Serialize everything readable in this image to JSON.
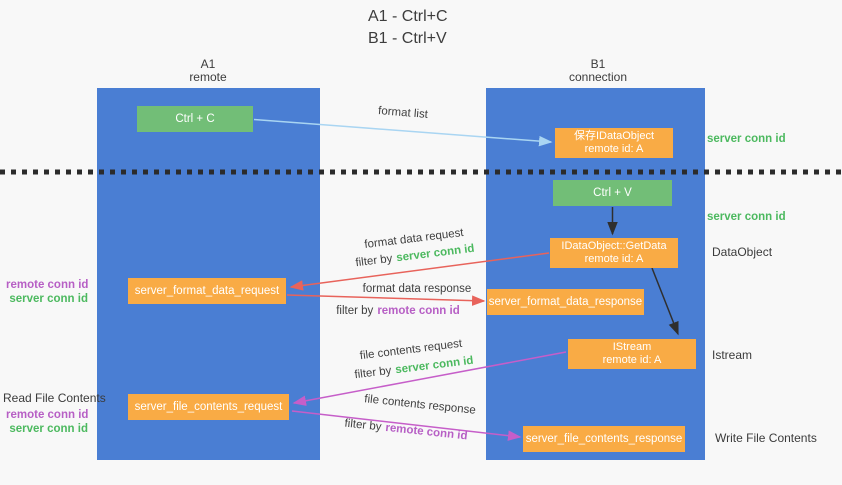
{
  "title": {
    "line1": "A1 - Ctrl+C",
    "line2": "B1 - Ctrl+V"
  },
  "lanes": {
    "left": {
      "name": "A1",
      "role": "remote"
    },
    "right": {
      "name": "B1",
      "role": "connection"
    }
  },
  "nodes": {
    "ctrl_c": {
      "label": "Ctrl + C"
    },
    "save_idataobject": {
      "line1": "保存IDataObject",
      "line2": "remote id: A"
    },
    "ctrl_v": {
      "label": "Ctrl + V"
    },
    "getdata": {
      "line1": "IDataObject::GetData",
      "line2": "remote id: A"
    },
    "format_request": {
      "label": "server_format_data_request"
    },
    "format_response": {
      "label": "server_format_data_response"
    },
    "istream": {
      "line1": "IStream",
      "line2": "remote id: A"
    },
    "file_request": {
      "label": "server_file_contents_request"
    },
    "file_response": {
      "label": "server_file_contents_response"
    }
  },
  "arrow_labels": {
    "format_list": "format list",
    "format_data_request": "format data request",
    "format_data_request_filter": {
      "prefix": "filter by",
      "key": "server conn id"
    },
    "format_data_response": "format data response",
    "format_data_response_filter": {
      "prefix": "filter by",
      "key": "remote conn id"
    },
    "file_contents_request": "file contents request",
    "file_contents_request_filter": {
      "prefix": "filter by",
      "key": "server conn id"
    },
    "file_contents_response": "file contents response",
    "file_contents_response_filter": {
      "prefix": "filter by",
      "key": "remote conn id"
    }
  },
  "side_labels": {
    "server_conn_id_top": "server conn id",
    "server_conn_id_mid": "server conn id",
    "dataobject": "DataObject",
    "istream": "Istream",
    "write_file_contents": "Write File Contents",
    "read_file_contents": "Read File Contents",
    "format_remote_conn_id": "remote conn id",
    "format_server_conn_id": "server conn id",
    "file_remote_conn_id": "remote conn id",
    "file_server_conn_id": "server conn id"
  },
  "colors": {
    "lane_blue": "#4a7ed3",
    "node_green": "#72be77",
    "node_orange": "#f9ab45",
    "conn_id_green": "#4cb95f",
    "conn_id_purple": "#b75fc5",
    "arrow_red": "#e8635b",
    "arrow_magenta": "#c65ec9",
    "arrow_lightblue": "#a9d5f2",
    "arrow_black": "#2f2f2f"
  }
}
